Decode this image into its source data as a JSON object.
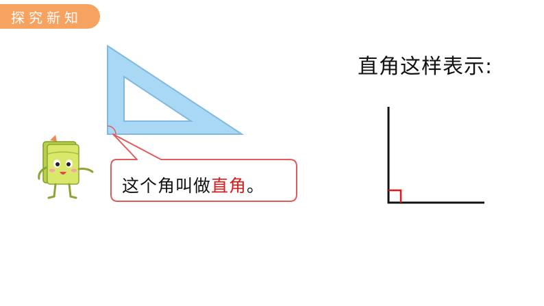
{
  "section_tag": "探究新知",
  "right_heading": "直角这样表示:",
  "bubble": {
    "text_before": "这个角叫做",
    "highlight": "直角",
    "text_after": "。"
  },
  "colors": {
    "tag_bg": "#f6a261",
    "triangle_fill": "#a9d8f5",
    "triangle_stroke": "#7fb8e0",
    "bubble_stroke": "#e05a5a",
    "highlight": "#d91b1b",
    "right_angle_mark": "#e01818"
  },
  "icons": {
    "mascot": "book-character-icon",
    "set_square": "set-square-icon"
  }
}
